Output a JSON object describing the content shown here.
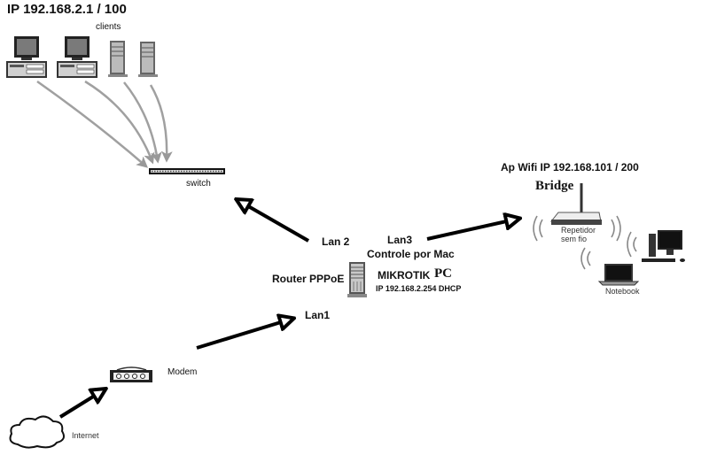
{
  "diagram": {
    "type": "network-topology",
    "labels": {
      "client_network_ip": "IP 192.168.2.1 / 100",
      "clients": "clients",
      "switch": "switch",
      "ap_wifi_ip": "Ap Wifi IP 192.168.101 / 200",
      "bridge": "Bridge",
      "repeater_line1": "Repetidor",
      "repeater_line2": "sem fio",
      "notebook": "Notebook",
      "lan2": "Lan 2",
      "lan3": "Lan3",
      "mac_control": "Controle por Mac",
      "router": "Router PPPoE",
      "mikrotik": "MIKROTIK",
      "pc": "PC",
      "router_ip": "IP 192.168.2.254 DHCP",
      "lan1": "Lan1",
      "modem": "Modem",
      "internet": "Internet"
    },
    "nodes": [
      {
        "id": "client-desktop-1",
        "kind": "desktop"
      },
      {
        "id": "client-desktop-2",
        "kind": "desktop"
      },
      {
        "id": "client-tower-1",
        "kind": "tower"
      },
      {
        "id": "client-tower-2",
        "kind": "tower"
      },
      {
        "id": "switch",
        "kind": "switch"
      },
      {
        "id": "router",
        "kind": "tower"
      },
      {
        "id": "modem",
        "kind": "modem"
      },
      {
        "id": "internet",
        "kind": "cloud"
      },
      {
        "id": "repeater",
        "kind": "wifi-router"
      },
      {
        "id": "wifi-desktop",
        "kind": "desktop"
      },
      {
        "id": "notebook",
        "kind": "laptop"
      }
    ],
    "edges": [
      {
        "from": "internet",
        "to": "modem"
      },
      {
        "from": "modem",
        "to": "router",
        "label": "Lan1"
      },
      {
        "from": "router",
        "to": "switch",
        "label": "Lan 2"
      },
      {
        "from": "router",
        "to": "repeater",
        "label": "Lan3"
      },
      {
        "from": "client-desktop-1",
        "to": "switch"
      },
      {
        "from": "client-desktop-2",
        "to": "switch"
      },
      {
        "from": "client-tower-1",
        "to": "switch"
      },
      {
        "from": "client-tower-2",
        "to": "switch"
      }
    ],
    "colors": {
      "arrow_dark": "#000000",
      "arrow_client": "#a0a0a0",
      "monitor_screen": "#7a7a7a",
      "device_light": "#d9d9d9"
    }
  }
}
